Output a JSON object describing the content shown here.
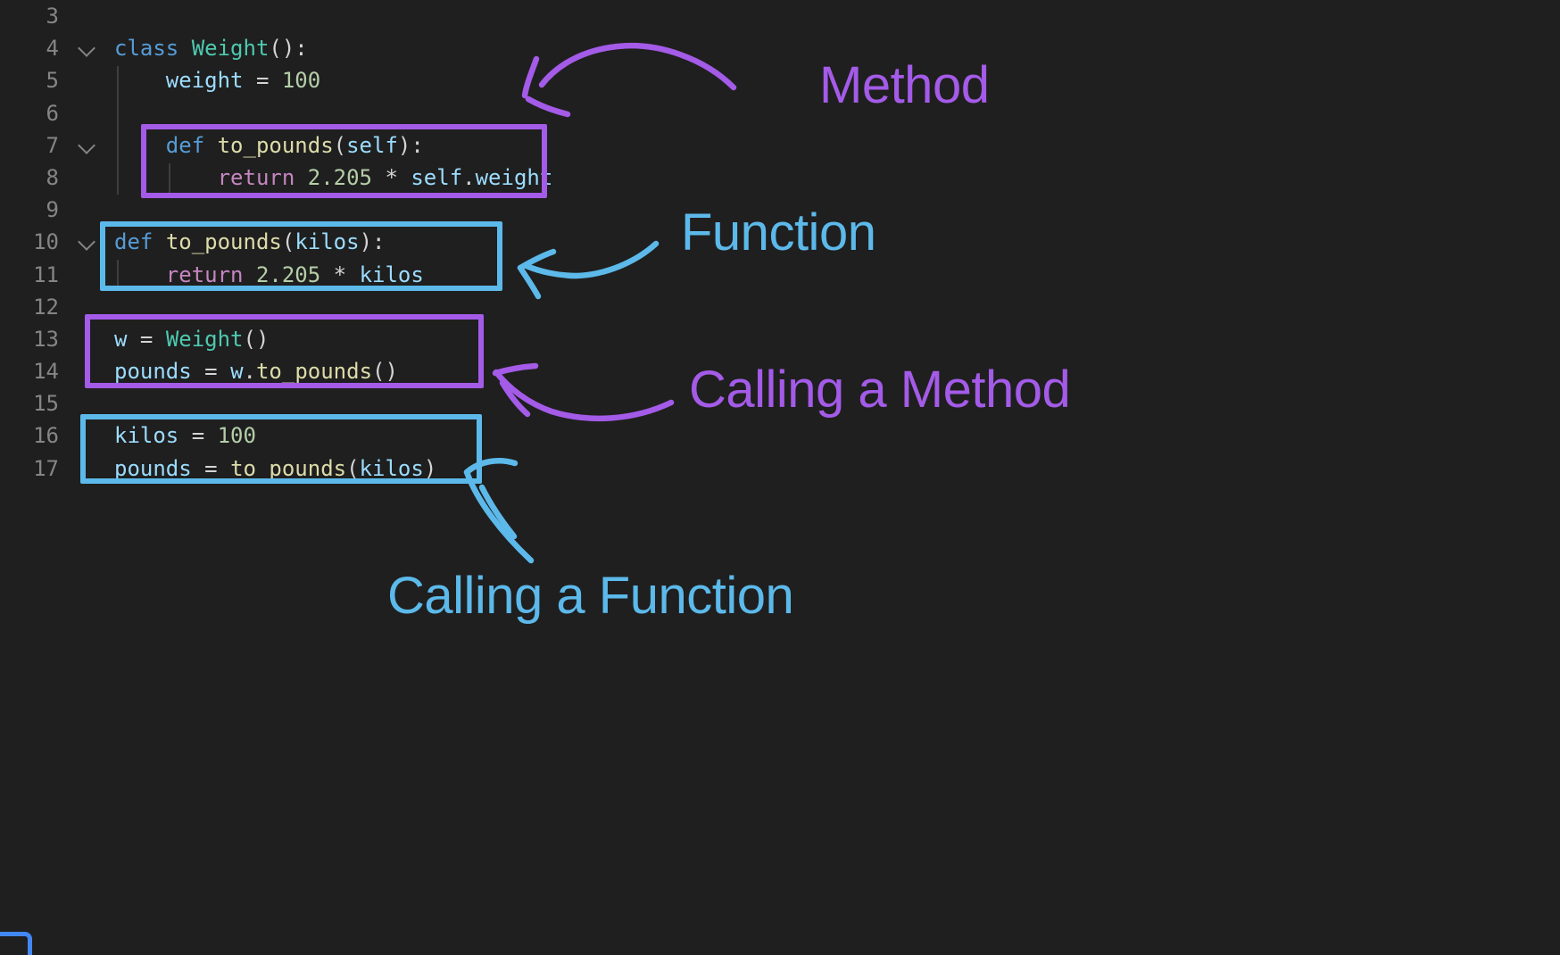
{
  "theme": {
    "bg": "#1f1f1f",
    "lineNumber": "#858585",
    "indentGuide": "#3e3e3e",
    "keyword": "#569CD6",
    "type": "#4EC9B0",
    "variable": "#9CDCFE",
    "func": "#DCDCAA",
    "control": "#C586C0",
    "number": "#B5CEA8",
    "plain": "#D4D4D4",
    "purple": "#A45BE8",
    "cyan": "#5CB9EA",
    "blueCorner": "#4287F5"
  },
  "editor": {
    "lines": [
      {
        "num": "3",
        "fold": false,
        "tokens": []
      },
      {
        "num": "4",
        "fold": true,
        "tokens": [
          [
            "keyword",
            "class"
          ],
          [
            "plain",
            " "
          ],
          [
            "type",
            "Weight"
          ],
          [
            "plain",
            "():"
          ]
        ]
      },
      {
        "num": "5",
        "fold": false,
        "tokens": [
          [
            "plain",
            "    "
          ],
          [
            "variable",
            "weight"
          ],
          [
            "plain",
            " = "
          ],
          [
            "number",
            "100"
          ]
        ]
      },
      {
        "num": "6",
        "fold": false,
        "tokens": []
      },
      {
        "num": "7",
        "fold": true,
        "tokens": [
          [
            "plain",
            "    "
          ],
          [
            "keyword",
            "def"
          ],
          [
            "plain",
            " "
          ],
          [
            "func",
            "to_pounds"
          ],
          [
            "plain",
            "("
          ],
          [
            "variable",
            "self"
          ],
          [
            "plain",
            "):"
          ]
        ]
      },
      {
        "num": "8",
        "fold": false,
        "tokens": [
          [
            "plain",
            "        "
          ],
          [
            "control",
            "return"
          ],
          [
            "plain",
            " "
          ],
          [
            "number",
            "2.205"
          ],
          [
            "plain",
            " * "
          ],
          [
            "variable",
            "self"
          ],
          [
            "plain",
            "."
          ],
          [
            "variable",
            "weight"
          ]
        ]
      },
      {
        "num": "9",
        "fold": false,
        "tokens": []
      },
      {
        "num": "10",
        "fold": true,
        "tokens": [
          [
            "keyword",
            "def"
          ],
          [
            "plain",
            " "
          ],
          [
            "func",
            "to_pounds"
          ],
          [
            "plain",
            "("
          ],
          [
            "variable",
            "kilos"
          ],
          [
            "plain",
            "):"
          ]
        ]
      },
      {
        "num": "11",
        "fold": false,
        "tokens": [
          [
            "plain",
            "    "
          ],
          [
            "control",
            "return"
          ],
          [
            "plain",
            " "
          ],
          [
            "number",
            "2.205"
          ],
          [
            "plain",
            " * "
          ],
          [
            "variable",
            "kilos"
          ]
        ]
      },
      {
        "num": "12",
        "fold": false,
        "tokens": []
      },
      {
        "num": "13",
        "fold": false,
        "tokens": [
          [
            "variable",
            "w"
          ],
          [
            "plain",
            " = "
          ],
          [
            "type",
            "Weight"
          ],
          [
            "plain",
            "()"
          ]
        ]
      },
      {
        "num": "14",
        "fold": false,
        "tokens": [
          [
            "variable",
            "pounds"
          ],
          [
            "plain",
            " = "
          ],
          [
            "variable",
            "w"
          ],
          [
            "plain",
            "."
          ],
          [
            "func",
            "to_pounds"
          ],
          [
            "plain",
            "()"
          ]
        ]
      },
      {
        "num": "15",
        "fold": false,
        "tokens": []
      },
      {
        "num": "16",
        "fold": false,
        "tokens": [
          [
            "variable",
            "kilos"
          ],
          [
            "plain",
            " = "
          ],
          [
            "number",
            "100"
          ]
        ]
      },
      {
        "num": "17",
        "fold": false,
        "tokens": [
          [
            "variable",
            "pounds"
          ],
          [
            "plain",
            " = "
          ],
          [
            "func",
            "to_pounds"
          ],
          [
            "plain",
            "("
          ],
          [
            "variable",
            "kilos"
          ],
          [
            "plain",
            ")"
          ]
        ]
      }
    ]
  },
  "annotations": {
    "labels": {
      "method": "Method",
      "function": "Function",
      "calling_method": "Calling a Method",
      "calling_function": "Calling a Function"
    }
  }
}
